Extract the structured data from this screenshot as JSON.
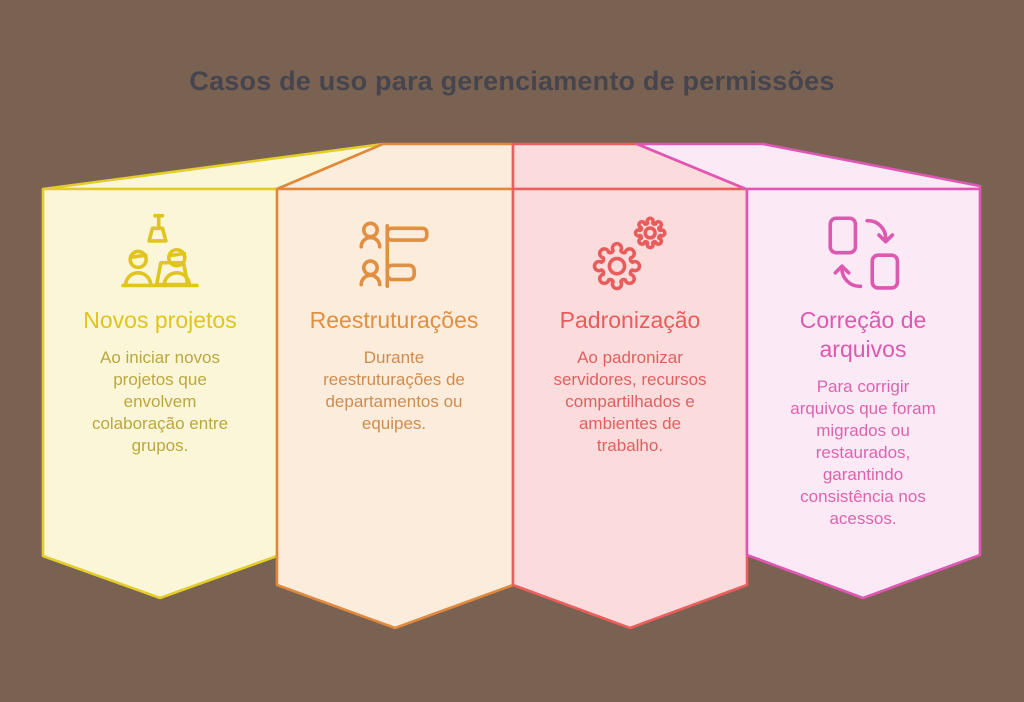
{
  "title": "Casos de uso para gerenciamento de permissões",
  "colors": {
    "background": "#7a6252",
    "title_text": "#46454d"
  },
  "cards": [
    {
      "id": "novos-projetos",
      "icon": "team-collaboration-icon",
      "title": "Novos projetos",
      "description": "Ao iniciar novos\nprojetos que\nenvolvem\ncolaboração entre\ngrupos.",
      "accent_color": "#e0c51e",
      "border_color": "#e3cd28",
      "body_text_color": "#bca73f",
      "fill_color": "#fbf6d8"
    },
    {
      "id": "reestruturacoes",
      "icon": "org-restructure-icon",
      "title": "Reestruturações",
      "description": "Durante\nreestruturações de\ndepartamentos ou\nequipes.",
      "accent_color": "#e18f41",
      "border_color": "#e0883c",
      "body_text_color": "#cf8c50",
      "fill_color": "#fcecdb"
    },
    {
      "id": "padronizacao",
      "icon": "gears-icon",
      "title": "Padronização",
      "description": "Ao padronizar\nservidores, recursos\ncompartilhados e\nambientes de\ntrabalho.",
      "accent_color": "#e95c5c",
      "border_color": "#ec5e5e",
      "body_text_color": "#e06060",
      "fill_color": "#fbdbdc"
    },
    {
      "id": "correcao-de-arquivos",
      "icon": "file-sync-icon",
      "title": "Correção de\narquivos",
      "description": "Para corrigir\narquivos que foram\nmigrados ou\nrestaurados,\ngarantindo\nconsistência nos\nacessos.",
      "accent_color": "#dc59af",
      "border_color": "#df57b3",
      "body_text_color": "#db64ae",
      "fill_color": "#fce9f6"
    }
  ]
}
